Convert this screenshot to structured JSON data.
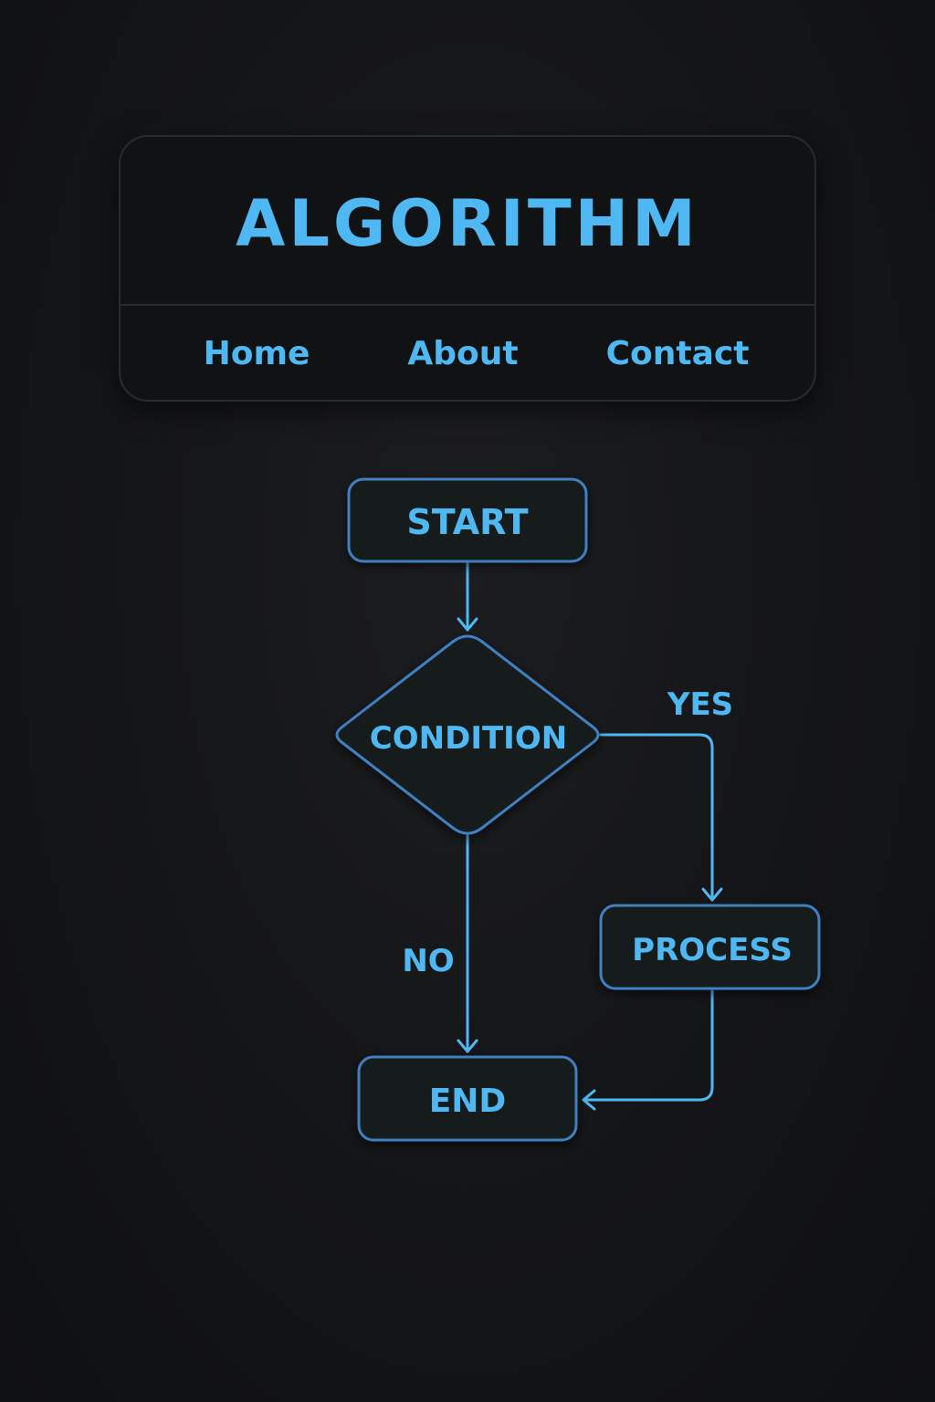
{
  "header": {
    "title": "ALGORITHM",
    "nav": [
      {
        "label": "Home"
      },
      {
        "label": "About"
      },
      {
        "label": "Contact"
      }
    ]
  },
  "flowchart": {
    "nodes": {
      "start": "START",
      "condition": "CONDITION",
      "process": "PROCESS",
      "end": "END"
    },
    "edge_labels": {
      "yes": "YES",
      "no": "NO"
    }
  },
  "colors": {
    "accent": "#4fb8f2",
    "node_border": "#3f7fc0",
    "background": "#141517",
    "card_border": "#2a2b2e"
  }
}
